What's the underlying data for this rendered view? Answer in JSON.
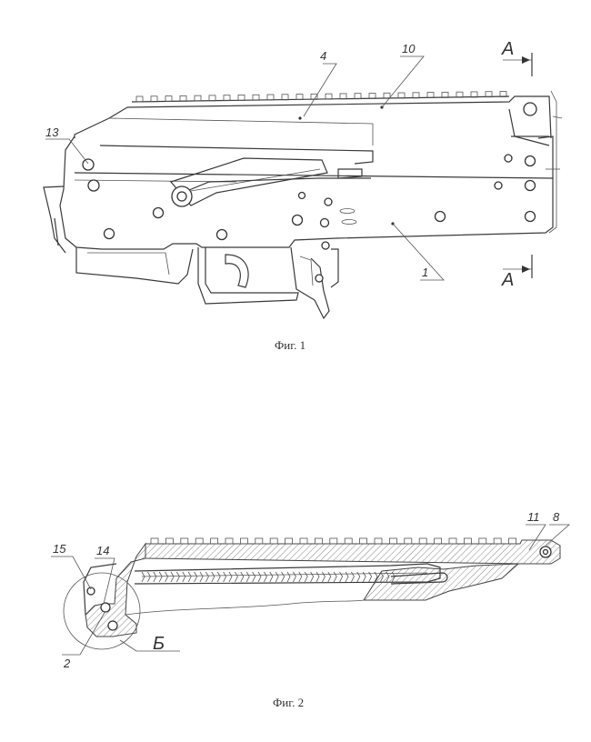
{
  "figure1": {
    "caption": "Фиг. 1",
    "section_mark_top": "A",
    "section_mark_bottom": "A",
    "callouts": [
      "4",
      "10",
      "13",
      "1"
    ]
  },
  "figure2": {
    "caption": "Фиг. 2",
    "detail_mark": "Б",
    "callouts": [
      "15",
      "14",
      "11",
      "8",
      "2"
    ]
  }
}
